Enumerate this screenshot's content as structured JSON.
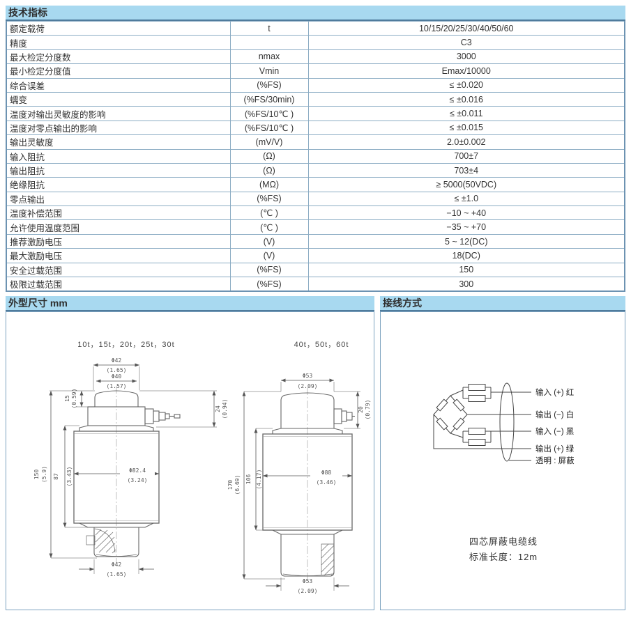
{
  "spec_table": {
    "title": "技术指标",
    "rows": [
      {
        "name": "额定载荷",
        "unit": "t",
        "value": "10/15/20/25/30/40/50/60"
      },
      {
        "name": "精度",
        "unit": "",
        "value": "C3"
      },
      {
        "name": "最大检定分度数",
        "unit": "nmax",
        "value": "3000"
      },
      {
        "name": "最小检定分度值",
        "unit": "Vmin",
        "value": "Emax/10000"
      },
      {
        "name": "综合误差",
        "unit": "(%FS)",
        "value": "≤ ±0.020"
      },
      {
        "name": "蠕变",
        "unit": "(%FS/30min)",
        "value": "≤ ±0.016"
      },
      {
        "name": "温度对输出灵敏度的影响",
        "unit": "(%FS/10℃ )",
        "value": "≤ ±0.011"
      },
      {
        "name": "温度对零点输出的影响",
        "unit": "(%FS/10℃ )",
        "value": "≤ ±0.015"
      },
      {
        "name": "输出灵敏度",
        "unit": "(mV/V)",
        "value": "2.0±0.002"
      },
      {
        "name": "输入阻抗",
        "unit": "(Ω)",
        "value": "700±7"
      },
      {
        "name": "输出阻抗",
        "unit": "(Ω)",
        "value": "703±4"
      },
      {
        "name": "绝缘阻抗",
        "unit": "(MΩ)",
        "value": "≥ 5000(50VDC)"
      },
      {
        "name": "零点输出",
        "unit": "(%FS)",
        "value": "≤ ±1.0"
      },
      {
        "name": "温度补偿范围",
        "unit": "(℃ )",
        "value": "−10 ~ +40"
      },
      {
        "name": "允许使用温度范围",
        "unit": "(℃ )",
        "value": "−35 ~ +70"
      },
      {
        "name": "推荐激励电压",
        "unit": "(V)",
        "value": "5 ~ 12(DC)"
      },
      {
        "name": "最大激励电压",
        "unit": "(V)",
        "value": "18(DC)"
      },
      {
        "name": "安全过载范围",
        "unit": "(%FS)",
        "value": "150"
      },
      {
        "name": "极限过载范围",
        "unit": "(%FS)",
        "value": "300"
      }
    ]
  },
  "dimensions": {
    "title": "外型尺寸 mm",
    "drawing_small": {
      "label": "10t，15t，20t，25t，30t",
      "top_dia_outer_mm": "Φ42",
      "top_dia_outer_in": "(1.65)",
      "top_dia_inner_mm": "Φ40",
      "top_dia_inner_in": "(1.57)",
      "cap_h_mm": "15",
      "cap_h_in": "(0.59)",
      "conn_h_mm": "24",
      "conn_h_in": "(0.94)",
      "total_h_mm": "150",
      "total_h_in": "(5.9)",
      "body_h_mm": "87",
      "body_h_in": "(3.43)",
      "body_dia_mm": "Φ82.4",
      "body_dia_in": "(3.24)",
      "bottom_dia_mm": "Φ42",
      "bottom_dia_in": "(1.65)"
    },
    "drawing_large": {
      "label": "40t，50t，60t",
      "top_dia_mm": "Φ53",
      "top_dia_in": "(2.09)",
      "conn_h_mm": "20",
      "conn_h_in": "(0.79)",
      "total_h_mm": "170",
      "total_h_in": "(6.69)",
      "body_h_mm": "106",
      "body_h_in": "(4.17)",
      "body_dia_mm": "Φ88",
      "body_dia_in": "(3.46)",
      "bottom_dia_mm": "Φ53",
      "bottom_dia_in": "(2.09)"
    }
  },
  "wiring": {
    "title": "接线方式",
    "labels": [
      "输入 (+) 红",
      "输出 (−) 白",
      "输入 (−) 黑",
      "输出 (+) 绿",
      "透明 : 屏蔽"
    ],
    "note_line1": "四芯屏蔽电缆线",
    "note_line2": "标准长度：12m"
  },
  "colors": {
    "header_bg": "#a8d9f0",
    "header_underline": "#4f7b9c",
    "table_border": "#6d93b2",
    "grid_line": "#8aabc3"
  }
}
